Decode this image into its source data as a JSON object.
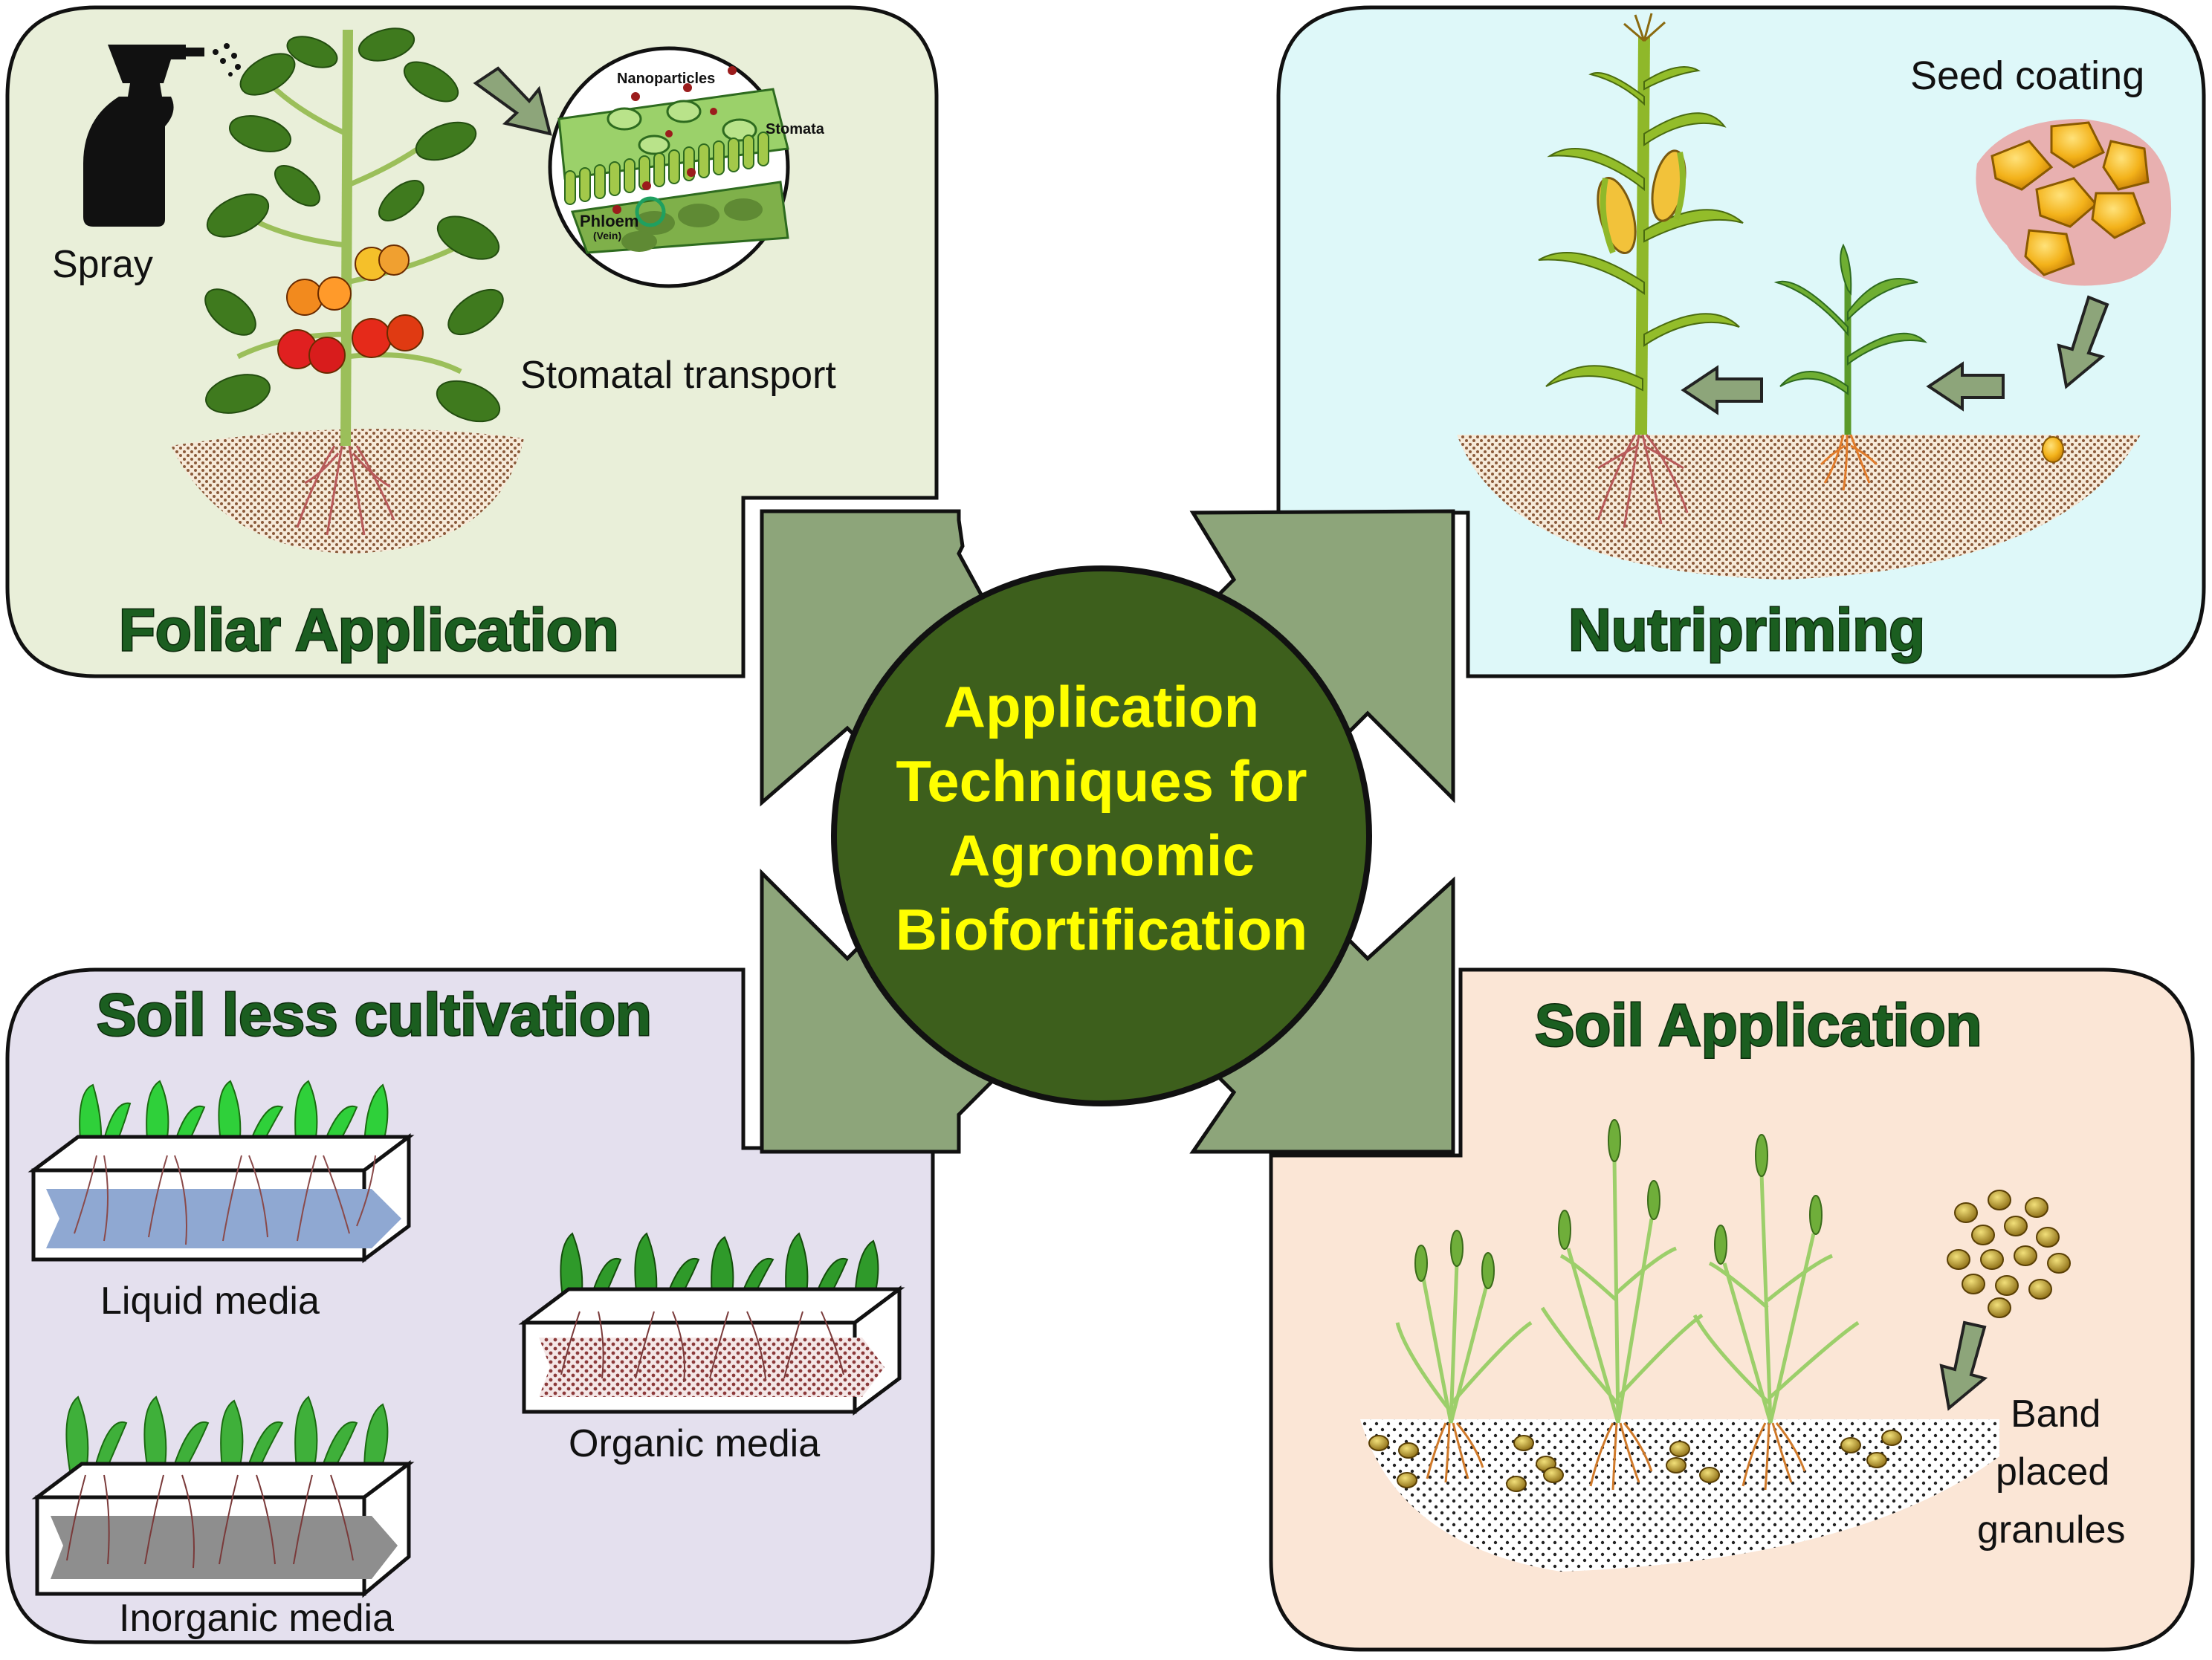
{
  "center": {
    "title_lines": [
      "Application",
      "Techniques for",
      "Agronomic",
      "Biofortification"
    ],
    "fill_color": "#3d5f1c",
    "text_color": "#ffff00"
  },
  "panels": {
    "foliar": {
      "title": "Foliar Application",
      "bg_color": "#e9efd9",
      "spray_label": "Spray",
      "transport_label": "Stomatal transport",
      "inset": {
        "nanoparticles_label": "Nanoparticles",
        "stomata_label": "Stomata",
        "phloem_label": "Phloem",
        "vein_label": "(Vein)"
      }
    },
    "nutripriming": {
      "title": "Nutripriming",
      "bg_color": "#def8f9",
      "seed_label": "Seed coating"
    },
    "soilless": {
      "title": "Soil less cultivation",
      "bg_color": "#e4e0ee",
      "liquid_label": "Liquid media",
      "organic_label": "Organic media",
      "inorganic_label": "Inorganic media"
    },
    "soil": {
      "title": "Soil Application",
      "bg_color": "#fbe6d6",
      "band_label_lines": [
        "Band",
        "placed",
        "granules"
      ]
    }
  },
  "arrow_color": "#8da57a"
}
